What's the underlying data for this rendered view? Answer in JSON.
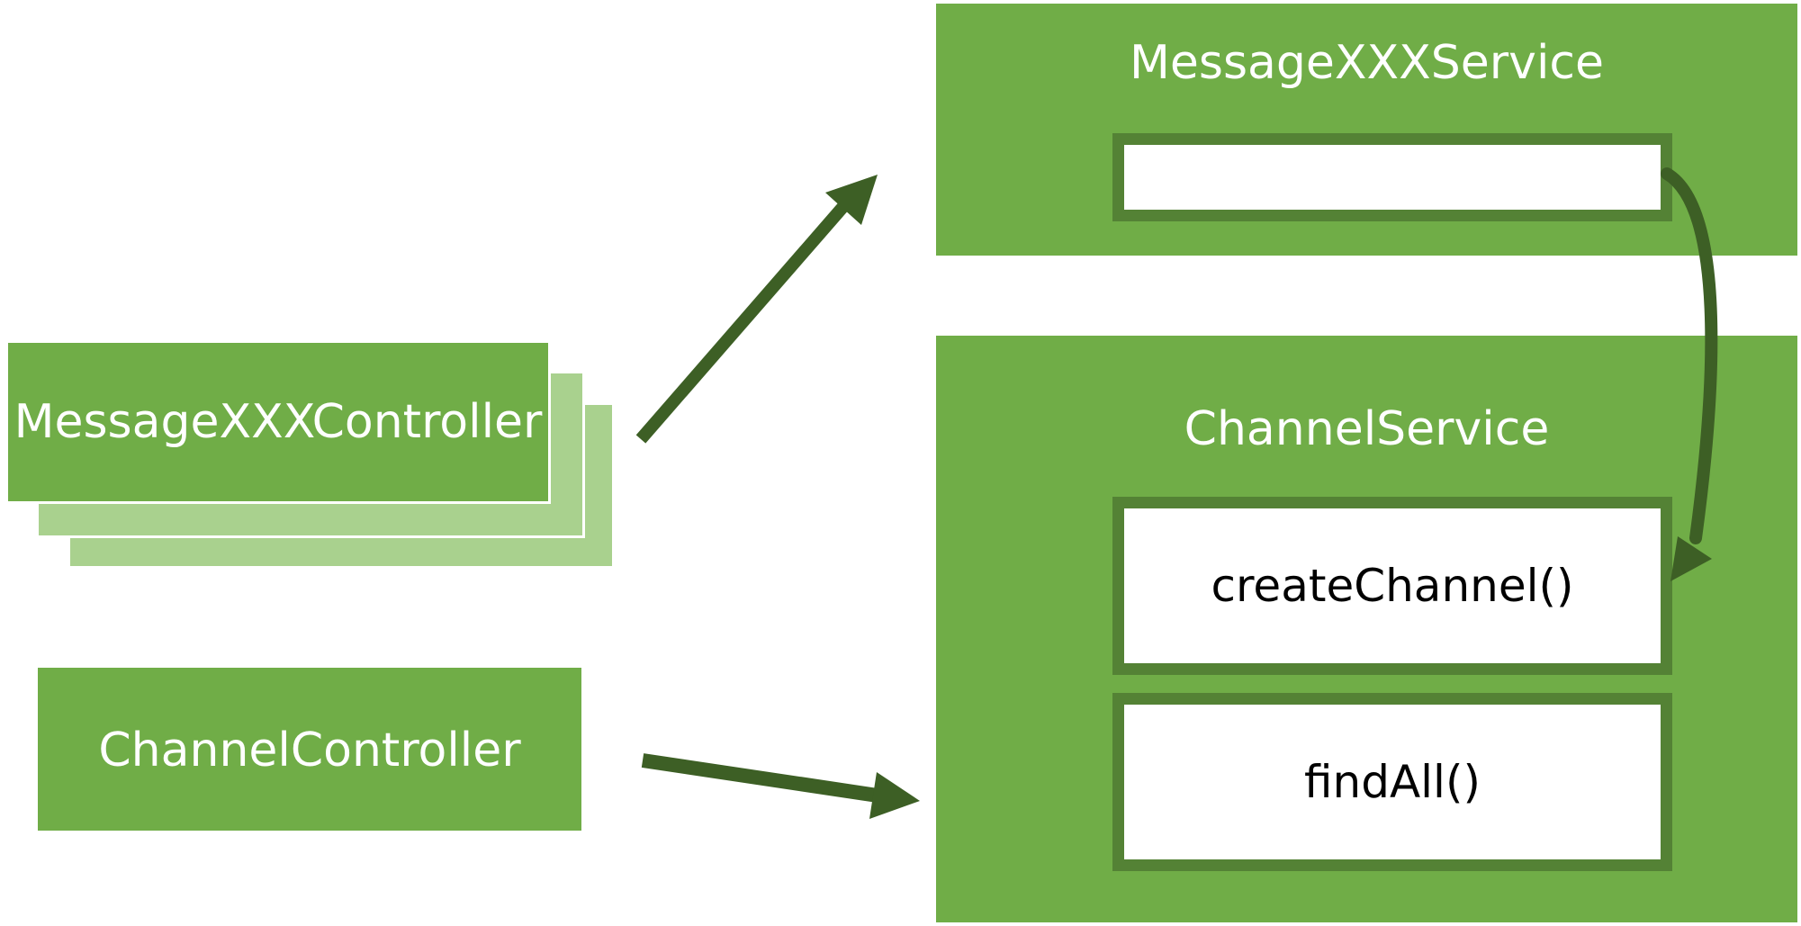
{
  "colors": {
    "box_fill": "#70AD47",
    "stack_fill": "#A9D18E",
    "method_border": "#548235",
    "arrow": "#3D5F25",
    "label_text": "#FFFFFF",
    "method_text": "#000000"
  },
  "message_service": {
    "title": "MessageXXXService",
    "method_label": ""
  },
  "channel_service": {
    "title": "ChannelService",
    "methods": [
      "createChannel()",
      "findAll()"
    ]
  },
  "message_controller": {
    "label": "MessageXXXController"
  },
  "channel_controller": {
    "label": "ChannelController"
  }
}
